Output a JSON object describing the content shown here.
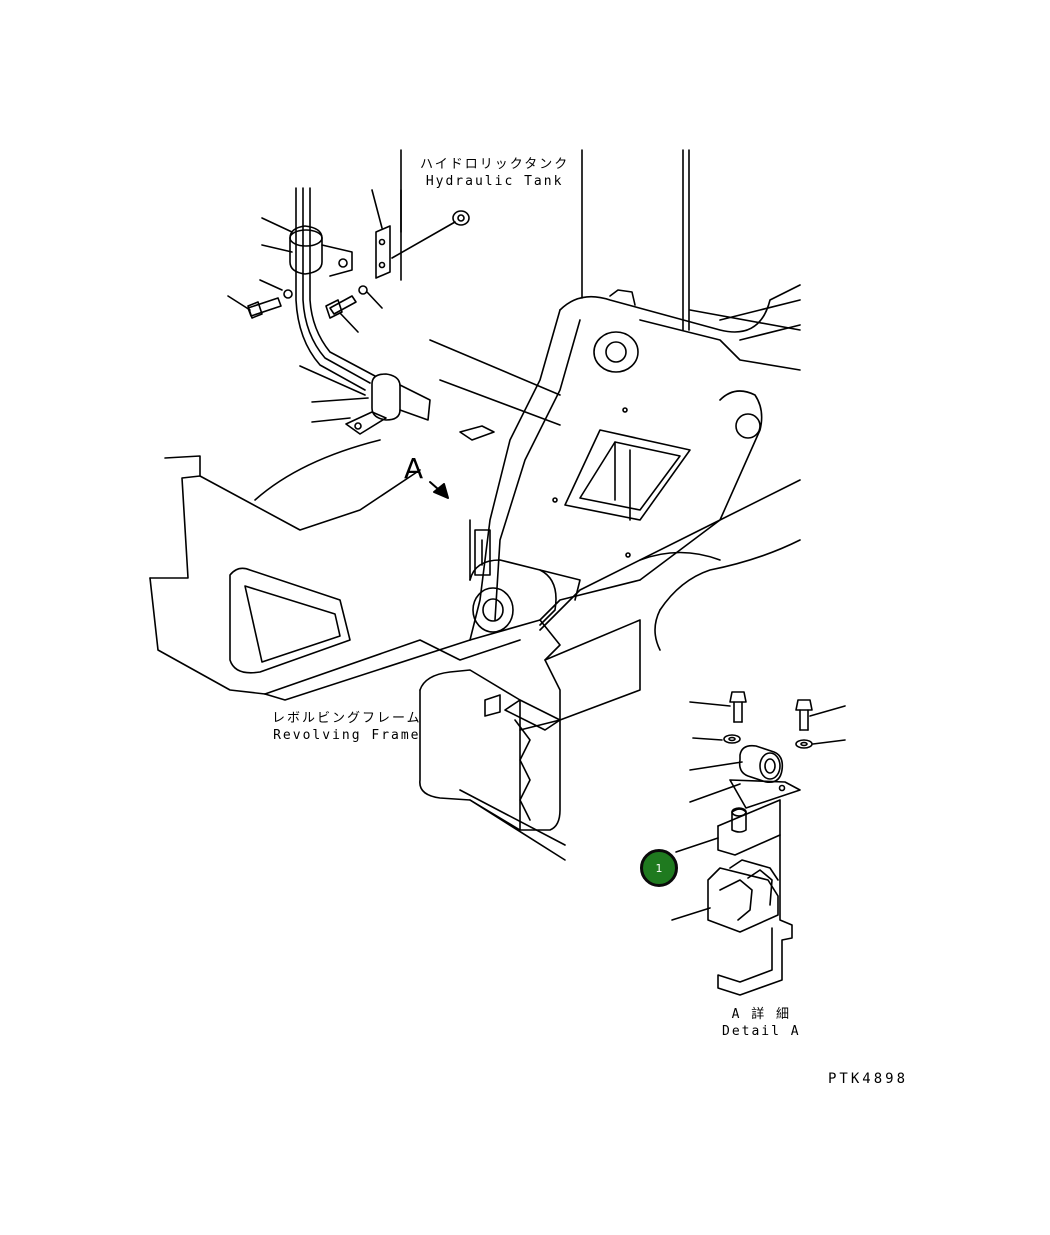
{
  "labels": {
    "hydraulic_tank_jp": "ハイドロリックタンク",
    "hydraulic_tank_en": "Hydraulic Tank",
    "revolving_frame_jp": "レボルビングフレーム",
    "revolving_frame_en": "Revolving Frame",
    "detail_jp": "A 詳 細",
    "detail_en": "Detail A",
    "view_letter": "A"
  },
  "callout": {
    "number": "1",
    "color": "#1f7a1f"
  },
  "drawing_code": "PTK4898"
}
